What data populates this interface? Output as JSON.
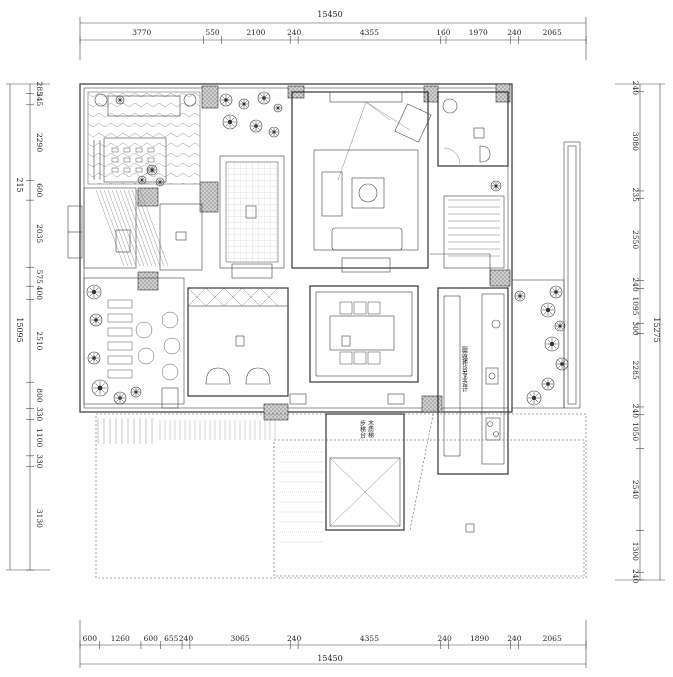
{
  "top_dims": {
    "total": "15450",
    "segments": [
      "3770",
      "550",
      "2100",
      "240",
      "4355",
      "160",
      "1970",
      "240",
      "2065"
    ]
  },
  "bottom_dims": {
    "total": "15450",
    "segments": [
      "600",
      "1260",
      "600",
      "655",
      "240",
      "3065",
      "240",
      "4355",
      "240",
      "1890",
      "240",
      "2065"
    ]
  },
  "left_dims": {
    "total": "15095",
    "extra": "215",
    "segments": [
      "285",
      "345",
      "2290",
      "600",
      "2035",
      "575",
      "400",
      "2510",
      "800",
      "330",
      "1100",
      "330",
      "3130"
    ]
  },
  "right_dims": {
    "total": "15275",
    "segments": [
      "240",
      "3080",
      "235",
      "2550",
      "240",
      "1095",
      "300",
      "2285",
      "240",
      "1050",
      "2540",
      "1300",
      "240"
    ]
  },
  "notes": {
    "kitchen_counter": "厨房操作台专业设计",
    "stair_label_1": "木质梯",
    "stair_label_2": "步梯台"
  }
}
